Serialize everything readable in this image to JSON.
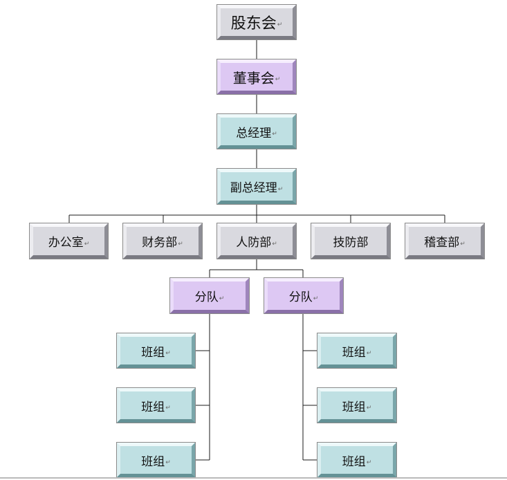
{
  "org_chart": {
    "shareholders": "股东会",
    "board": "董事会",
    "general_manager": "总经理",
    "deputy_general_manager": "副总经理",
    "departments": {
      "office": "办公室",
      "finance": "财务部",
      "civil_defense": "人防部",
      "tech_defense": "技防部",
      "inspection": "稽查部"
    },
    "squads": {
      "left": "分队",
      "right": "分队"
    },
    "teams": {
      "left": [
        "班组",
        "班组",
        "班组"
      ],
      "right": [
        "班组",
        "班组",
        "班组"
      ]
    },
    "para_mark": "↵"
  },
  "colors": {
    "gray_box": "#d9d9df",
    "purple_box": "#ddc8f3",
    "teal_box": "#bfe0e3",
    "connector": "#1a1a1a"
  }
}
